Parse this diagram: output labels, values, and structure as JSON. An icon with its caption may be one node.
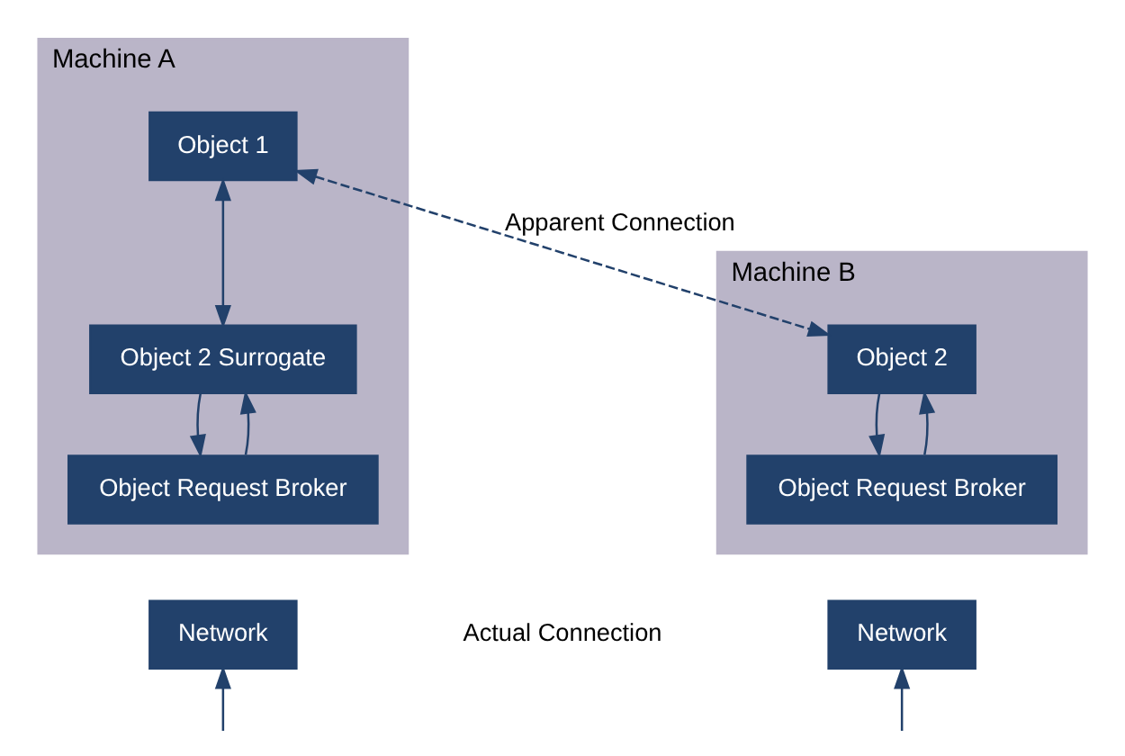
{
  "diagram": {
    "nodes": [
      {
        "text": [
          "Machine A"
        ]
      },
      {
        "text": [
          "Object 1"
        ],
        "in": 0
      },
      {
        "text": [
          "Object 2 Surrogate"
        ],
        "in": 0
      },
      {
        "text": [
          "Object Request Broker"
        ],
        "in": 0
      },
      {
        "text": [
          "Network"
        ]
      },
      {
        "text": [
          "Machine B"
        ]
      },
      {
        "text": [
          "Object 2"
        ],
        "in": 5
      },
      {
        "text": [
          "Object Request Broker"
        ],
        "in": 5
      },
      {
        "text": [
          "Network"
        ]
      }
    ],
    "edges": [
      {
        "from": 1,
        "to": 6,
        "arrow": "both",
        "style": "dashed",
        "label": "Apparent Connection"
      },
      {
        "from": 1,
        "to": 2,
        "arrow": "both"
      },
      {
        "from": 3,
        "to": 2,
        "arrow": "to"
      },
      {
        "from": 2,
        "to": 3,
        "arrow": "to"
      },
      {
        "from": 7,
        "to": 6,
        "arrow": "to"
      },
      {
        "from": 6,
        "to": 7,
        "arrow": "to"
      },
      {
        "from": null,
        "to": 4,
        "arrow": "to"
      },
      {
        "from": null,
        "to": 8,
        "arrow": "to"
      }
    ],
    "labels": [
      "Actual Connection"
    ]
  }
}
